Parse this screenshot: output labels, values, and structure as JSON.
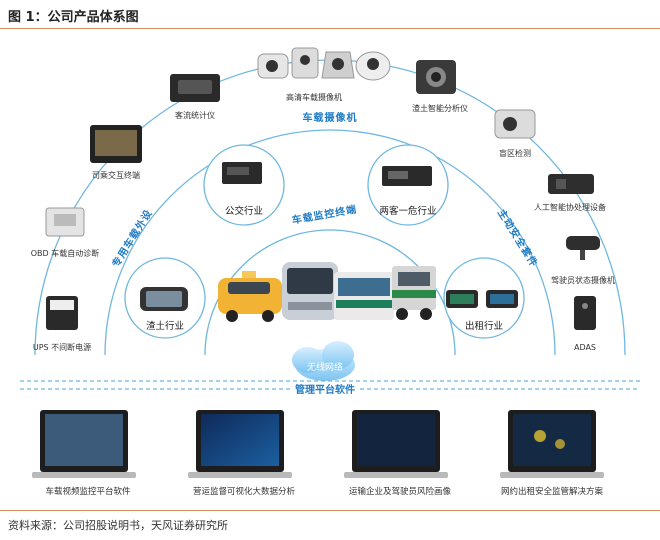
{
  "title": "图 1：公司产品体系图",
  "source": "资料来源：公司招股说明书，天风证券研究所",
  "arcs": {
    "outer": "车载摄像机",
    "left": "专用车载外设",
    "right": "主动安全套件",
    "inner": "车载监控终端"
  },
  "devices": {
    "hd_camera": "高清车载摄像机",
    "passenger_counter": "客流统计仪",
    "muck_analyzer": "渣土智能分析仪",
    "interactive_terminal": "司乘交互终端",
    "blind_spot": "盲区检测",
    "obd": "OBD 车载自动诊断",
    "ai_device": "人工智能协处理设备",
    "driver_camera": "驾驶员状态摄像机",
    "ups": "UPS 不间断电源",
    "adas": "ADAS"
  },
  "industries": {
    "bus": "公交行业",
    "two_passenger": "两客一危行业",
    "muck": "渣土行业",
    "taxi": "出租行业"
  },
  "network": {
    "cloud": "无线网络",
    "platform": "管理平台软件"
  },
  "platforms": [
    "车载视频监控平台软件",
    "营运监督可视化大数据分析",
    "运输企业及驾驶员风险画像",
    "网约出租安全监管解决方案"
  ],
  "colors": {
    "accent": "#1f7bc4",
    "arc": "#6fb7e0",
    "rule": "#d89060"
  }
}
